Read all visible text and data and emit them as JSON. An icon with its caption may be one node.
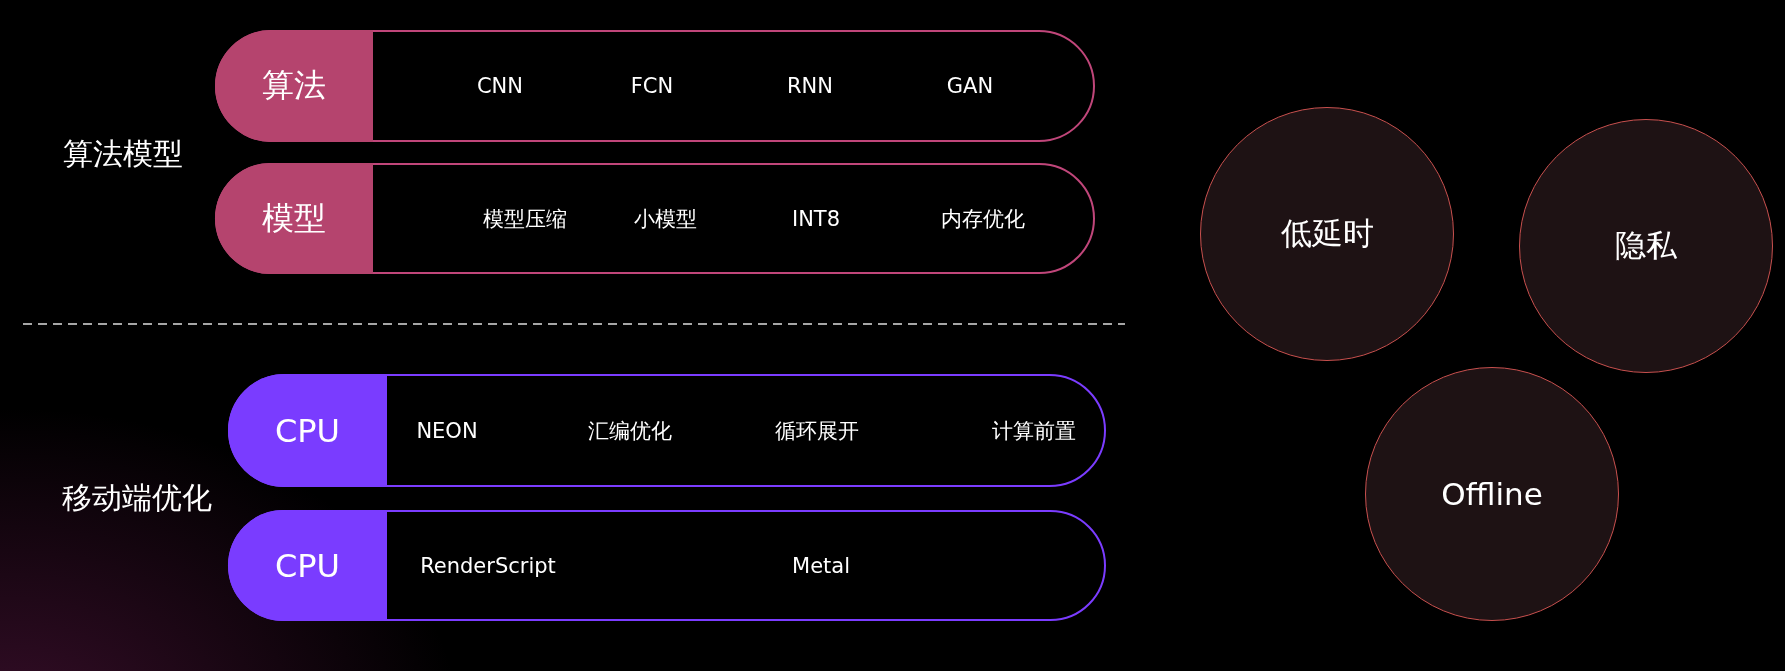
{
  "diagram": {
    "nodes": [
      {
        "text": [
          "算法",
          "CNN",
          "FCN",
          "RNN",
          "GAN"
        ]
      },
      {
        "text": [
          "模型",
          "模型压缩",
          "小模型",
          "INT8",
          "内存优化"
        ]
      },
      {
        "text": [
          "CPU",
          "NEON",
          "汇编优化",
          "循环展开",
          "计算前置"
        ]
      },
      {
        "text": [
          "CPU",
          "RenderScript",
          "Metal"
        ]
      },
      {
        "text": [
          "低延时"
        ]
      },
      {
        "text": [
          "隐私"
        ]
      },
      {
        "text": [
          "Offline"
        ]
      }
    ],
    "labels": [
      "算法模型",
      "移动端优化"
    ]
  }
}
